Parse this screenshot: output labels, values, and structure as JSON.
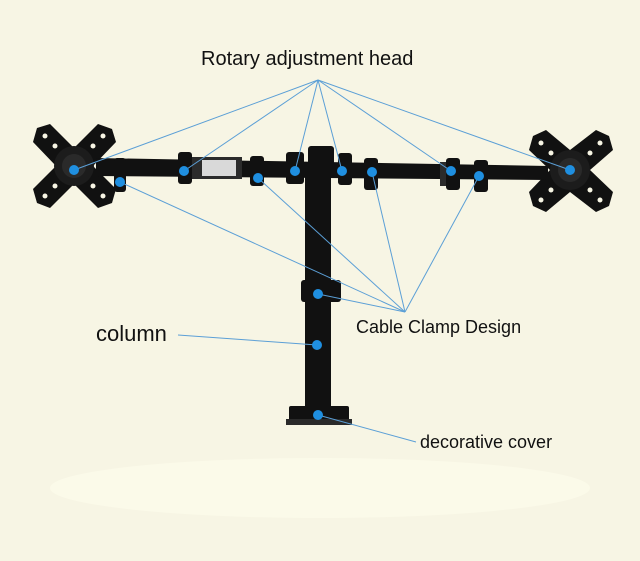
{
  "labels": {
    "rotary_head": "Rotary adjustment head",
    "column": "column",
    "cable_clamp": "Cable Clamp Design",
    "decorative_cover": "decorative cover"
  },
  "colors": {
    "background": "#f7f5e4",
    "mount": "#111111",
    "leader_line": "#5b9fd6",
    "marker": "#1f8fe0",
    "label_text": "#111111"
  }
}
